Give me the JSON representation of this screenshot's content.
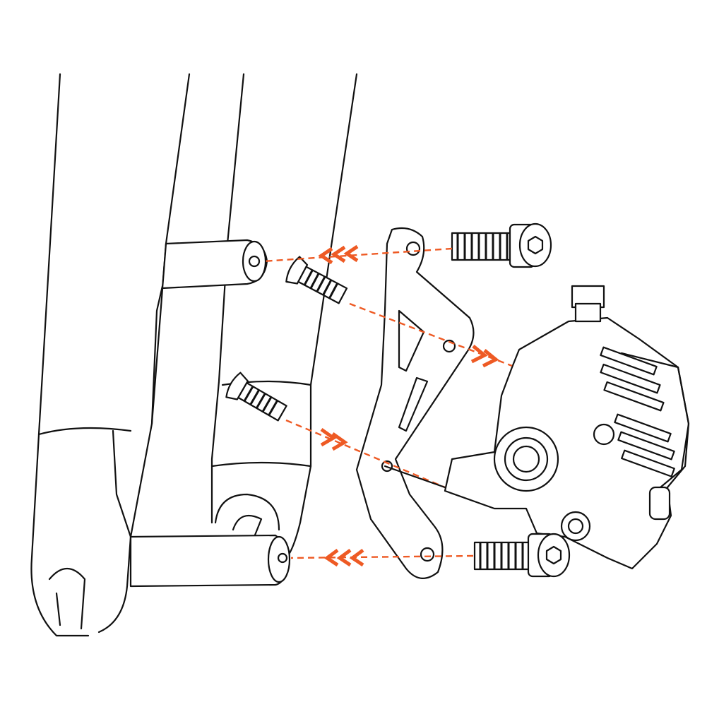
{
  "diagram": {
    "subject": "disc-brake-adapter-installation",
    "colors": {
      "line": "#111111",
      "arrow": "#ee5a24",
      "background": "#ffffff"
    },
    "arrows": [
      {
        "name": "upper-adapter-bolt-to-fork",
        "direction": "left"
      },
      {
        "name": "upper-caliper-bolt-to-adapter",
        "direction": "right"
      },
      {
        "name": "lower-caliper-bolt-to-adapter",
        "direction": "right"
      },
      {
        "name": "lower-adapter-bolt-to-fork",
        "direction": "left"
      }
    ]
  }
}
